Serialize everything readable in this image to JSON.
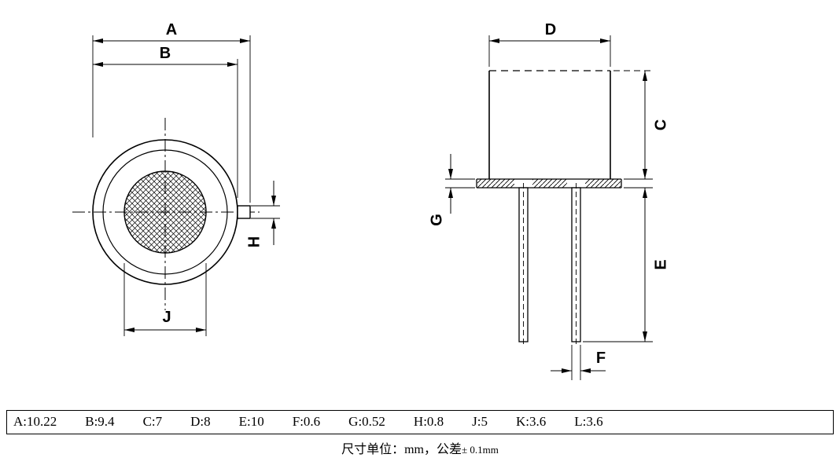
{
  "drawing": {
    "dim_labels": {
      "A": "A",
      "B": "B",
      "C": "C",
      "D": "D",
      "E": "E",
      "F": "F",
      "G": "G",
      "H": "H",
      "J": "J"
    }
  },
  "table": {
    "entries": [
      "A:10.22",
      "B:9.4",
      "C:7",
      "D:8",
      "E:10",
      "F:0.6",
      "G:0.52",
      "H:0.8",
      "J:5",
      "K:3.6",
      "L:3.6"
    ]
  },
  "footer": {
    "unit_text": "尺寸单位：mm，公差",
    "tolerance": "± 0.1mm"
  }
}
